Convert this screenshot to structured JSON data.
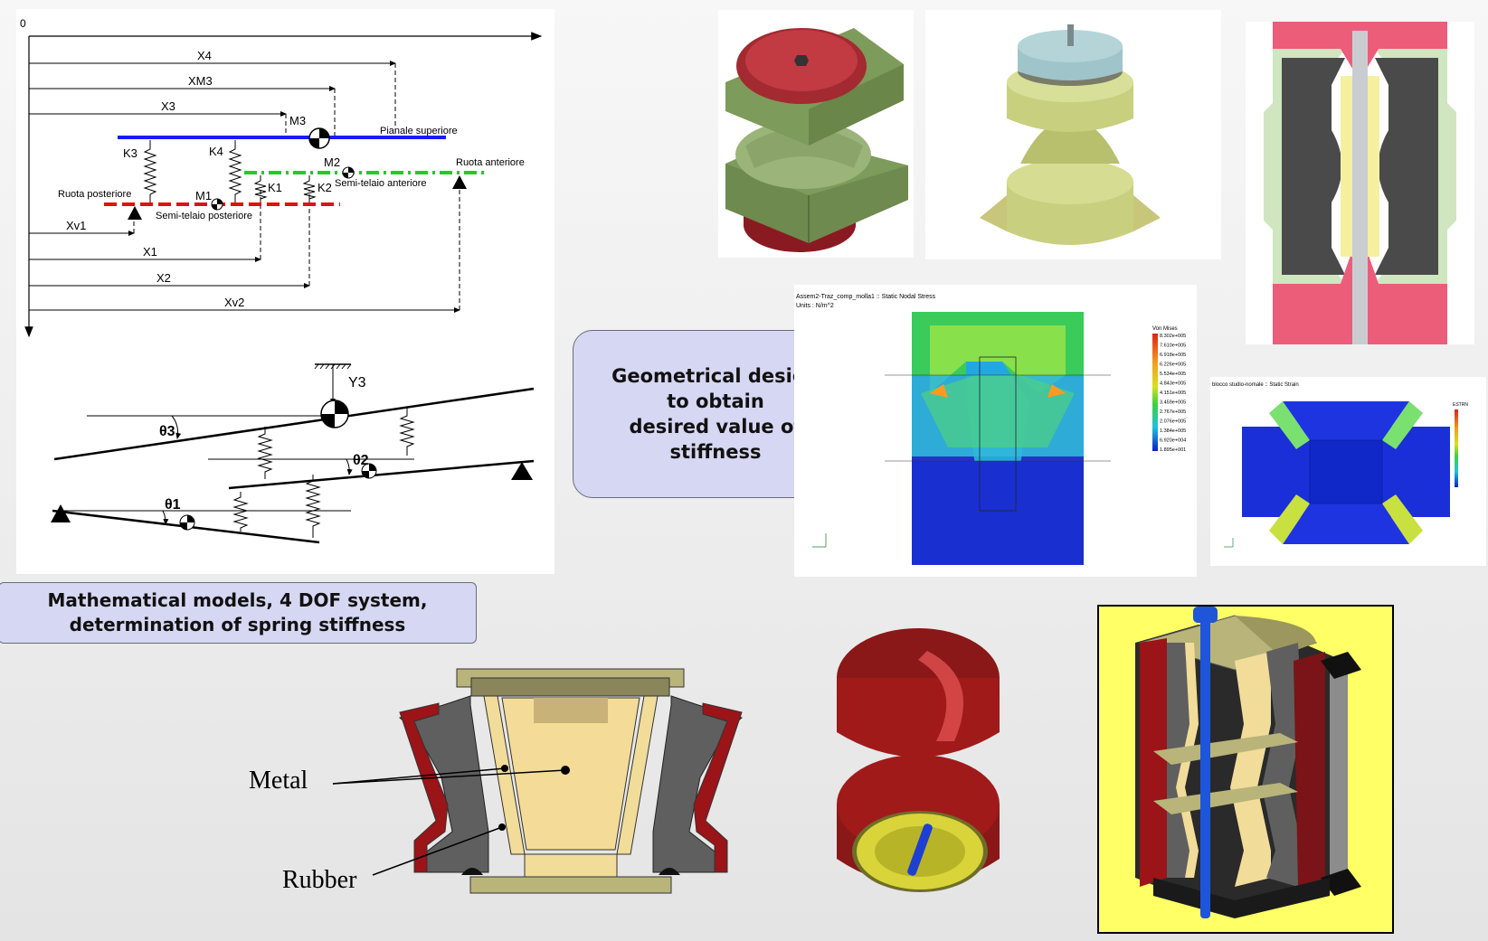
{
  "model_diagram": {
    "origin": "0",
    "dims": [
      "X4",
      "XM3",
      "X3",
      "Xv1",
      "X1",
      "X2",
      "Xv2"
    ],
    "masses": [
      "M3",
      "M2",
      "M1"
    ],
    "springs": [
      "K3",
      "K4",
      "K1",
      "K2"
    ],
    "labels": {
      "pianale": "Pianale superiore",
      "ruota_ant": "Ruota anteriore",
      "ruota_post": "Ruota posteriore",
      "semi_ant": "Semi-telaio anteriore",
      "semi_post": "Semi-telaio posteriore"
    },
    "y3": "Y3",
    "theta1": "θ1",
    "theta2": "θ2",
    "theta3": "θ3"
  },
  "captions": {
    "math": [
      "Mathematical models, 4 DOF system,",
      "determination of spring stiffness"
    ],
    "geom": [
      "Geometrical design",
      "to obtain",
      "desired value of",
      "stiffness"
    ]
  },
  "fem1": {
    "title": "Assem2-Traz_comp_molla1 :: Static Nodal Stress",
    "units": "Units : N/m^2",
    "legend_title": "Von Mises",
    "legend_values": [
      "8.302e+005",
      "7.610e+005",
      "6.918e+005",
      "6.226e+005",
      "5.534e+005",
      "4.843e+005",
      "4.151e+005",
      "3.459e+005",
      "2.767e+005",
      "2.076e+005",
      "1.384e+005",
      "6.920e+004",
      "1.895e+001"
    ]
  },
  "fem2": {
    "title": "blocco studio-nomale :: Static Strain",
    "legend_title": "ESTRN"
  },
  "section_labels": {
    "metal": "Metal",
    "rubber": "Rubber"
  },
  "colors": {
    "blue_line": "#1a1aff",
    "green_line": "#22cc22",
    "red_line": "#e01010",
    "caption_bg": "#d6d7f3",
    "rubber_dark_red": "#9a1418",
    "rubber_grey": "#5f5f5f",
    "metal_olive": "#b9b47a",
    "metal_cream": "#f2dc9a",
    "highlight_yellow": "#ffff66"
  }
}
